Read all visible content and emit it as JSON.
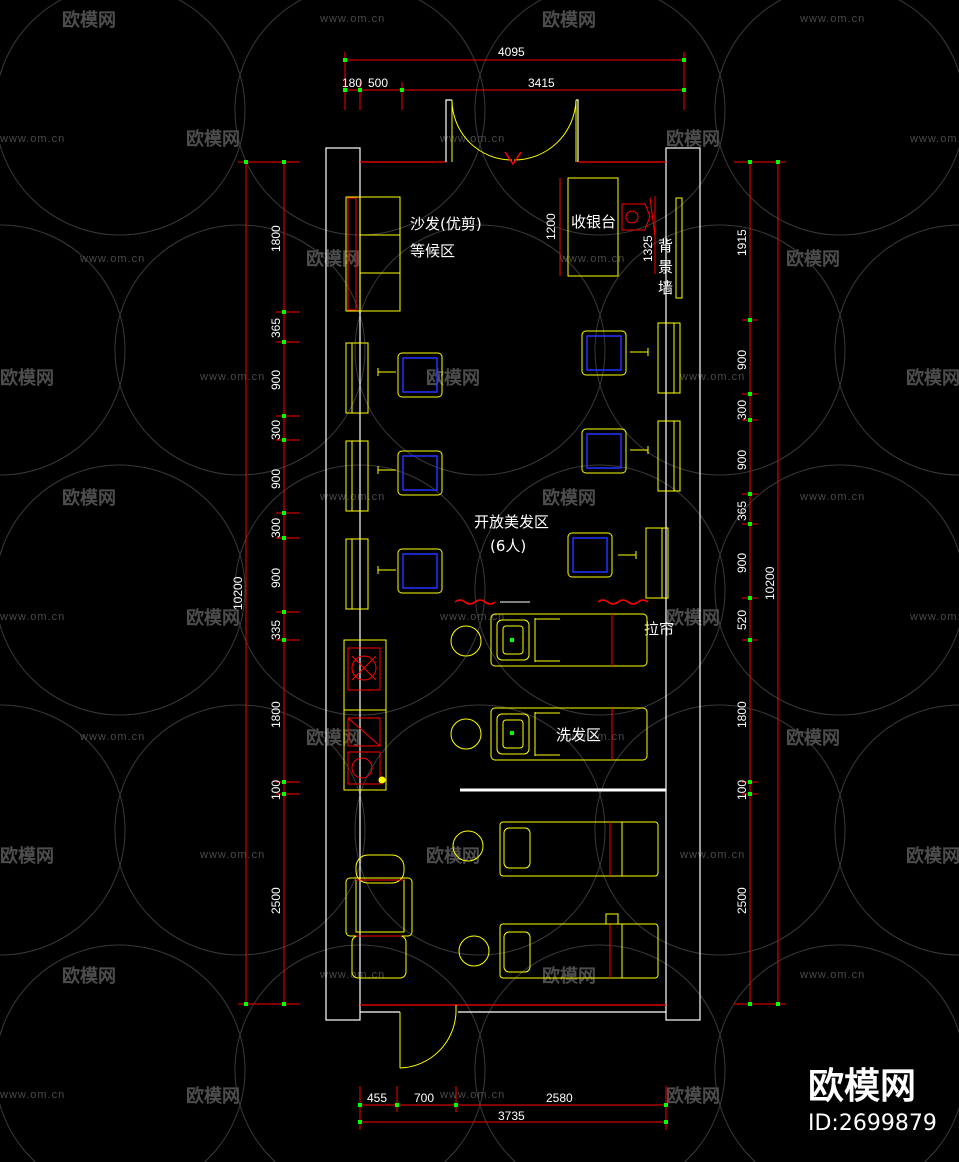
{
  "dimensions": {
    "top_total": "4095",
    "top_a": "180",
    "top_b": "500",
    "top_c": "3415",
    "bottom_a": "455",
    "bottom_b": "700",
    "bottom_c": "2580",
    "bottom_total": "3735",
    "left_total": "10200",
    "right_total": "10200",
    "left": [
      "1800",
      "365",
      "900",
      "300",
      "900",
      "300",
      "900",
      "335",
      "1800",
      "100",
      "2500"
    ],
    "right": [
      "1915",
      "900",
      "300",
      "900",
      "365",
      "900",
      "520",
      "1800",
      "100",
      "2500"
    ],
    "counter_h": "1200",
    "counter_w": "1325"
  },
  "labels": {
    "sofa": "沙发(优剪)",
    "waiting": "等候区",
    "cashier": "收银台",
    "bg_wall_1": "背",
    "bg_wall_2": "景",
    "bg_wall_3": "墙",
    "open_area": "开放美发区",
    "open_count": "(6人)",
    "curtain": "拉帘",
    "wash_area": "洗发区"
  },
  "watermark": {
    "url": "www.om.cn",
    "logo": "欧模网",
    "brand": "欧模网",
    "id": "ID:2699879"
  },
  "colors": {
    "wall": "#ffffff",
    "furniture": "#ffff00",
    "dimension": "#ff0000",
    "chair_seat": "#2233ff",
    "cad_green": "#00ff00",
    "text": "#ffffff",
    "watermark": "#4a4a4a"
  }
}
